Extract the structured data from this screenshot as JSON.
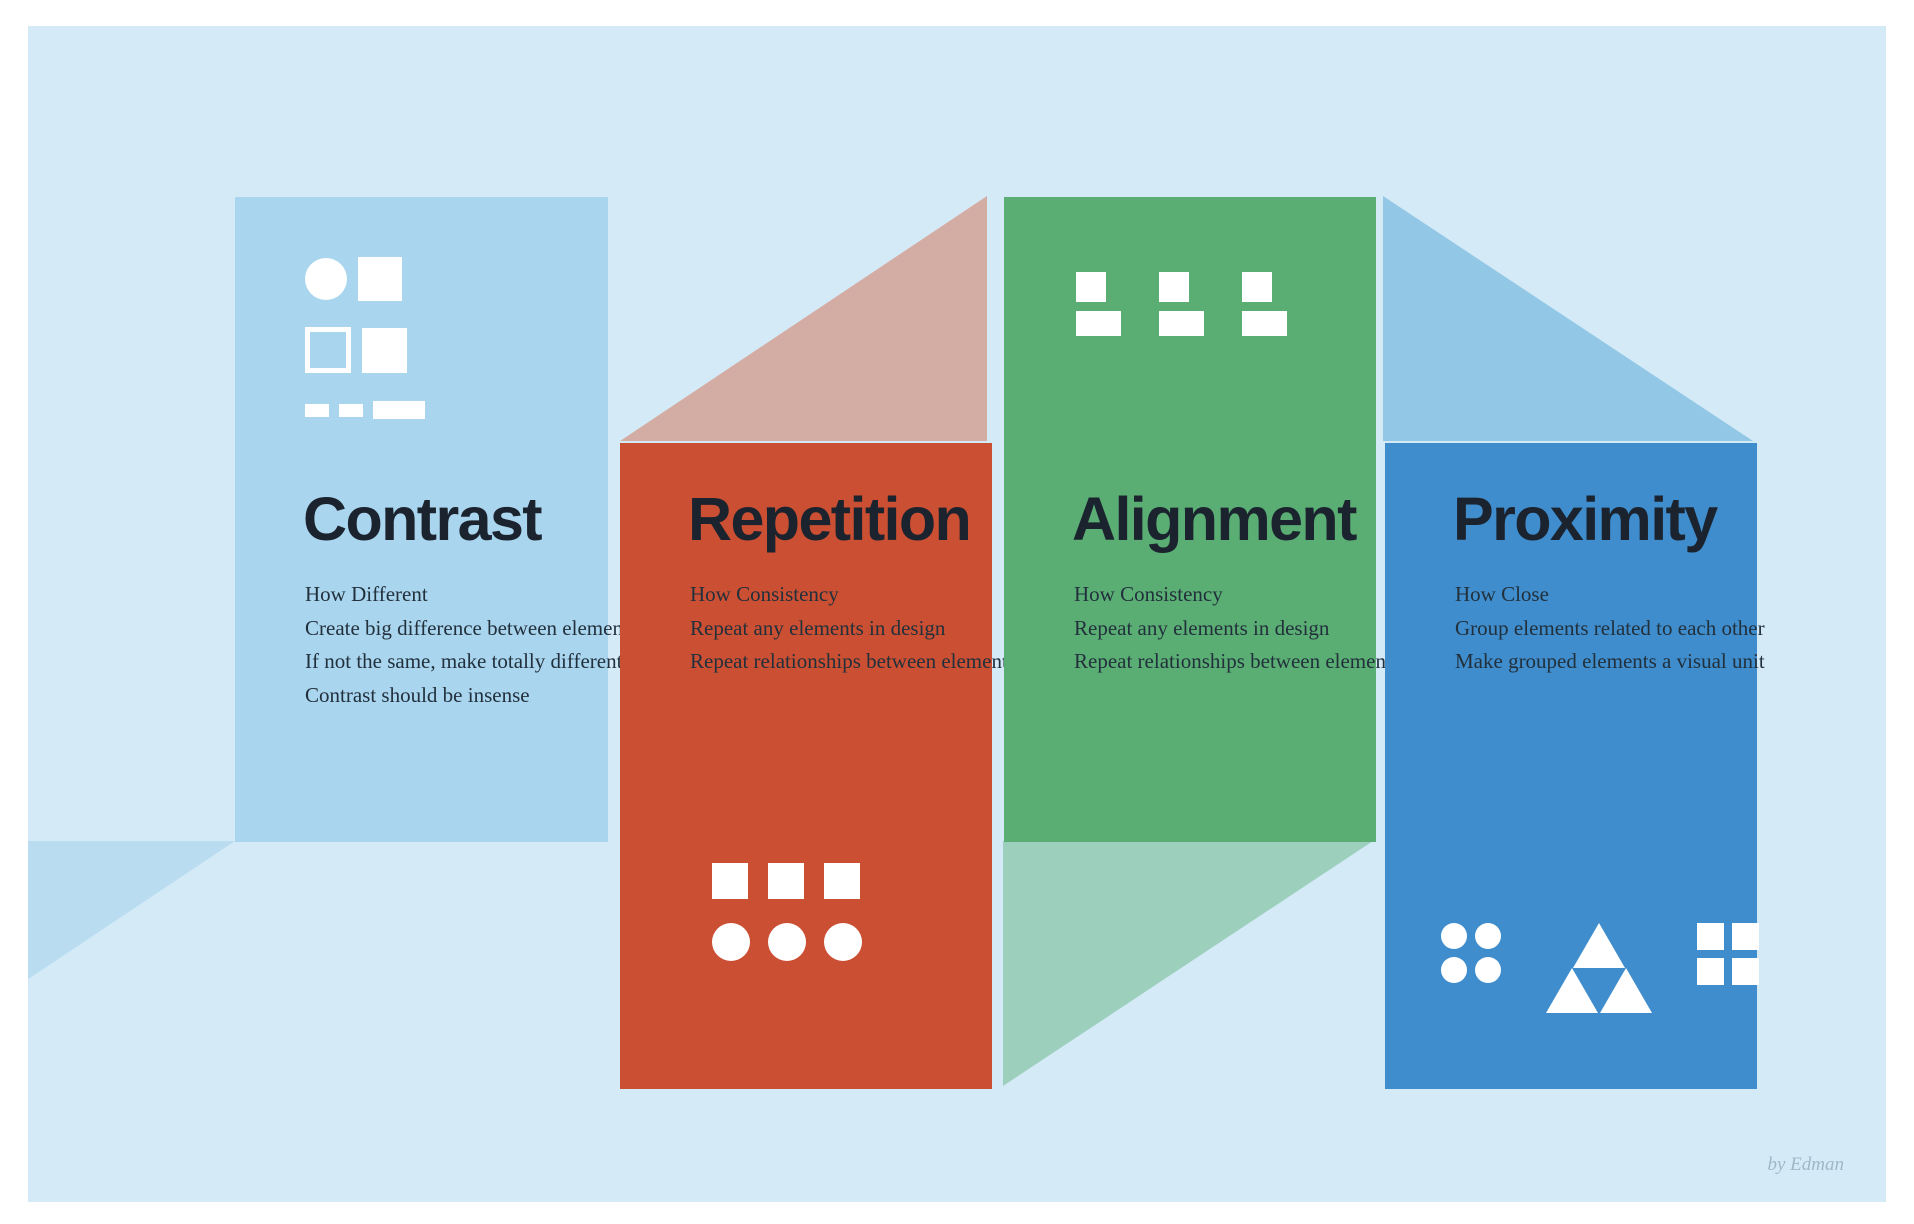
{
  "poster": {
    "background_color": "#d4ebf7",
    "credit": "by Edman"
  },
  "panels": [
    {
      "key": "contrast",
      "title": "Contrast",
      "color": "#a9d5ee",
      "shadow_color": "#b9dcf0",
      "lines": [
        "How Different",
        "Create big difference between elements",
        "If not the same, make totally different",
        "Contrast should be insense"
      ],
      "shape_group": "contrast-glyphs"
    },
    {
      "key": "repetition",
      "title": "Repetition",
      "color": "#cb4f32",
      "shadow_color": "#d3aca4",
      "lines": [
        "How Consistency",
        "Repeat any elements in design",
        "Repeat relationships between elements"
      ],
      "shape_group": "repetition-glyphs"
    },
    {
      "key": "alignment",
      "title": "Alignment",
      "color": "#5aae74",
      "shadow_color": "#9dcfbd",
      "lines": [
        "How Consistency",
        "Repeat any elements in design",
        "Repeat relationships between elements"
      ],
      "shape_group": "alignment-glyphs"
    },
    {
      "key": "proximity",
      "title": "Proximity",
      "color": "#3f8dcc",
      "shadow_color": "#92c7e6",
      "lines": [
        "How Close",
        "Group elements related to each other",
        "Make grouped elements a visual unit"
      ],
      "shape_group": "proximity-glyphs"
    }
  ]
}
